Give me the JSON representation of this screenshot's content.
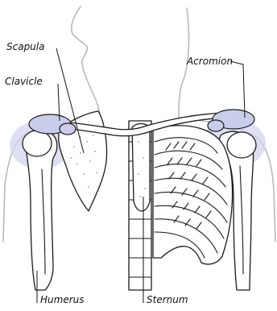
{
  "diagram": {
    "labels": {
      "scapula": "Scapula",
      "clavicle": "Clavicle",
      "acromion": "Acromion",
      "humerus": "Humerus",
      "sternum": "Sternum"
    },
    "colors": {
      "joint_highlight": "#c9cdea",
      "body_outline": "#b9b9b9",
      "bone_stroke": "#1a1a1a"
    }
  }
}
